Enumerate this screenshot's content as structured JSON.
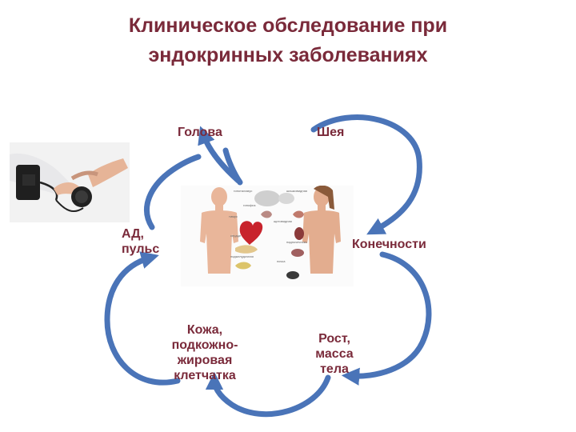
{
  "title": {
    "line1": "Клиническое обследование при",
    "line2": "эндокринных заболеваниях"
  },
  "nodes": {
    "head": "Голова",
    "neck": "Шея",
    "limbs": "Конечности",
    "bp_line1": "АД,",
    "bp_line2": "пульс",
    "skin_line1": "Кожа,",
    "skin_line2": "подкожно-",
    "skin_line3": "жировая",
    "skin_line4": "клетчатка",
    "growth_line1": "Рост,",
    "growth_line2": "масса",
    "growth_line3": "тела"
  },
  "colors": {
    "arrow": "#4a74b8",
    "text": "#7a2a3a"
  }
}
